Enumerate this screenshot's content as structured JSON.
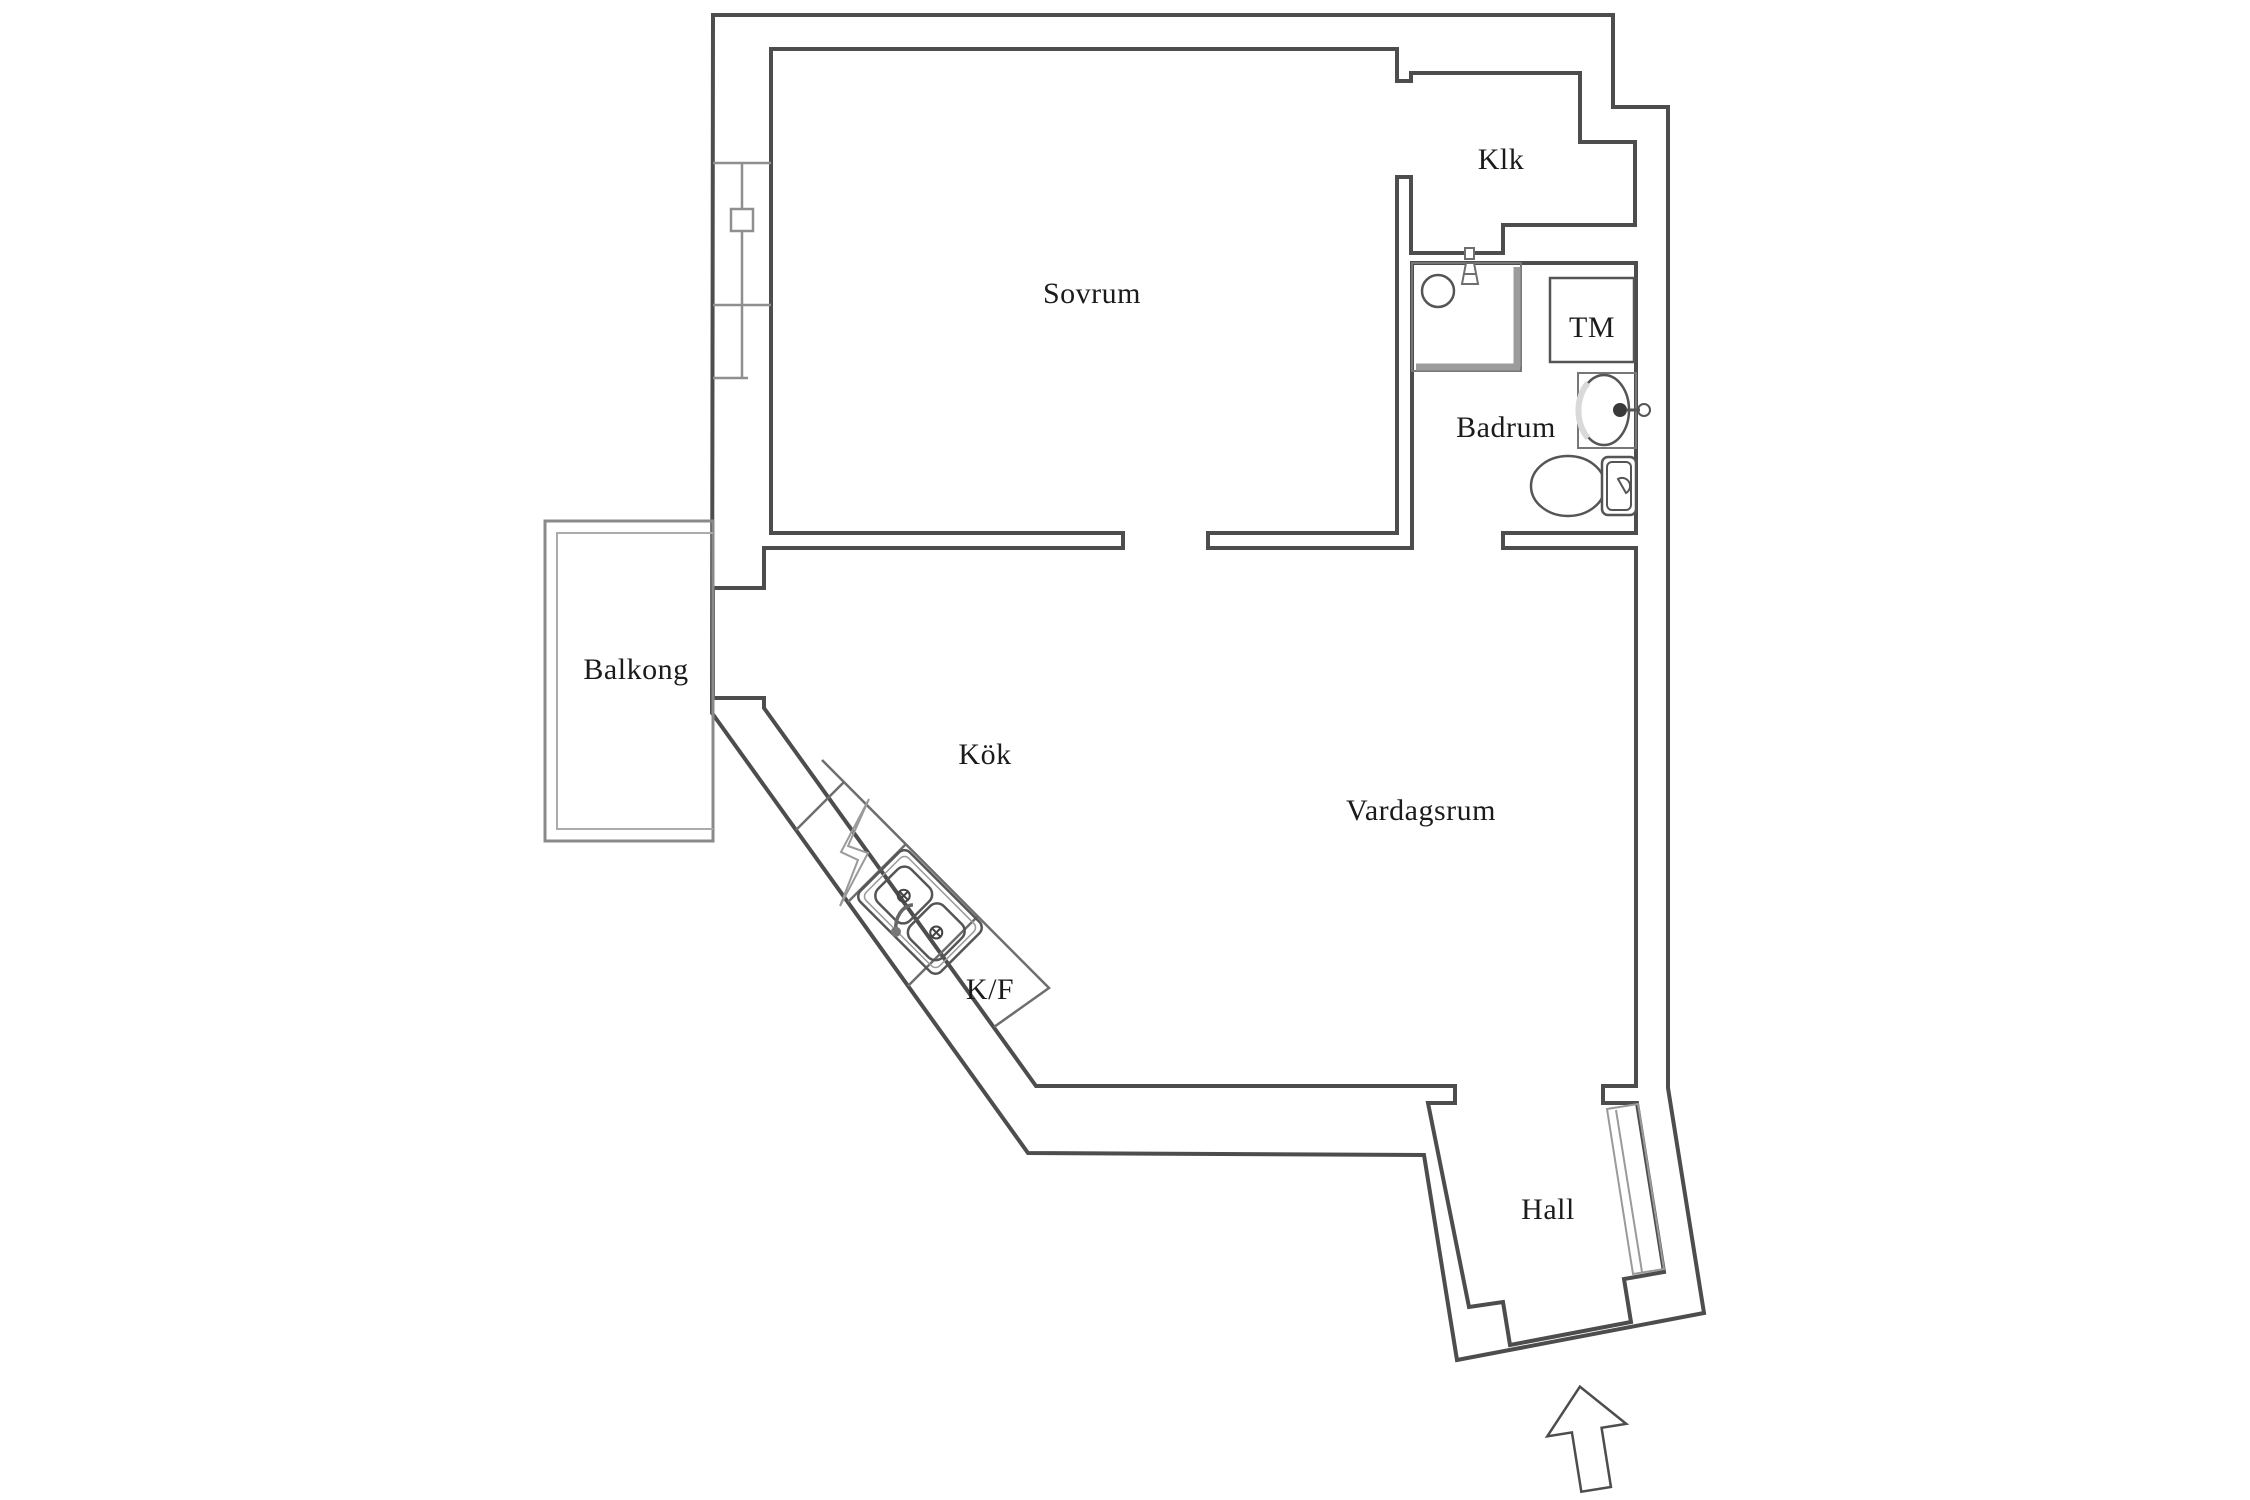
{
  "page": {
    "background": "#ffffff",
    "type": "floor-plan"
  },
  "palette": {
    "wall_line": "#4d4d4d",
    "fixture_line": "#6e6e6e",
    "light_line": "#9a9a9a",
    "balcony_line": "#8a8a8a",
    "shower_edge": "#9c9c9c",
    "text_color": "#1b1b1b"
  },
  "floorplan": {
    "rooms": [
      {
        "id": "sovrum",
        "label": "Sovrum"
      },
      {
        "id": "klk",
        "label": "Klk"
      },
      {
        "id": "tm",
        "label": "TM"
      },
      {
        "id": "badrum",
        "label": "Badrum"
      },
      {
        "id": "balkong",
        "label": "Balkong"
      },
      {
        "id": "kok",
        "label": "Kök"
      },
      {
        "id": "vardagsrum",
        "label": "Vardagsrum"
      },
      {
        "id": "kf",
        "label": "K/F"
      },
      {
        "id": "hall",
        "label": "Hall"
      }
    ],
    "fixtures": [
      "shower",
      "shower-head",
      "washing-machine",
      "bathroom-sink",
      "toilet",
      "kitchen-counter",
      "stove",
      "kitchen-sink",
      "fridge-freezer-spot",
      "window",
      "balcony",
      "hall-wardrobe",
      "entrance-arrow"
    ]
  }
}
